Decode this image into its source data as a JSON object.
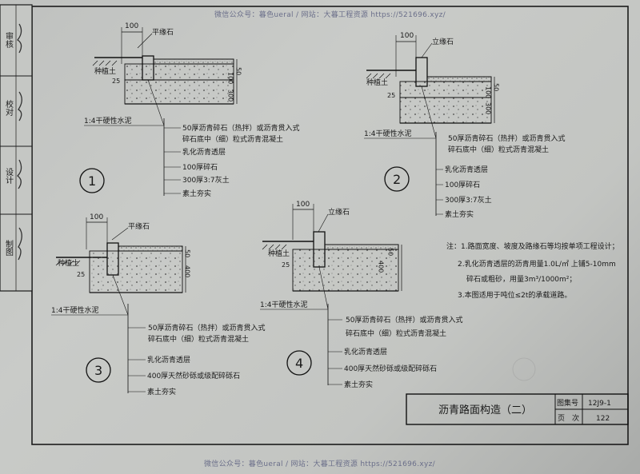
{
  "watermark_top": "微信公众号：暮色ueral / 网站：大暮工程资源 https://521696.xyz/",
  "watermark_bottom": "微信公众号：暮色ueral / 网站：大暮工程资源 https://521696.xyz/",
  "side_block": [
    "审核",
    "校对",
    "设计",
    "制图"
  ],
  "details": [
    {
      "number": "1",
      "curb": "平缘石",
      "dim_top": "100",
      "soil": "种植土",
      "dims": [
        "50",
        "100",
        "300"
      ],
      "dim_left": "25",
      "mortar": "1:4干硬性水泥",
      "layers": [
        "50厚沥青碎石（热拌）或沥青贯入式",
        "碎石底中（细）粒式沥青混凝土",
        "乳化沥青透层",
        "100厚碎石",
        "300厚3:7灰土",
        "素土夯实"
      ]
    },
    {
      "number": "2",
      "curb": "立缘石",
      "dim_top": "100",
      "soil": "种植土",
      "dims": [
        "50",
        "100",
        "300"
      ],
      "dim_left": "25",
      "mortar": "1:4干硬性水泥",
      "layers": [
        "50厚沥青碎石（热拌）或沥青贯入式",
        "碎石底中（细）粒式沥青混凝土",
        "乳化沥青透层",
        "100厚碎石",
        "300厚3:7灰土",
        "素土夯实"
      ]
    },
    {
      "number": "3",
      "curb": "平缘石",
      "dim_top": "100",
      "soil": "种植土",
      "dims": [
        "50",
        "400"
      ],
      "dim_left": "25",
      "mortar": "1:4干硬性水泥",
      "layers": [
        "50厚沥青碎石（热拌）或沥青贯入式",
        "碎石底中（细）粒式沥青混凝土",
        "乳化沥青透层",
        "400厚天然砂砾或级配碎砾石",
        "素土夯实"
      ]
    },
    {
      "number": "4",
      "curb": "立缘石",
      "dim_top": "100",
      "soil": "种植土",
      "dims": [
        "50",
        "400"
      ],
      "dim_left": "25",
      "mortar": "1:4干硬性水泥",
      "layers": [
        "50厚沥青碎石（热拌）或沥青贯入式",
        "碎石底中（细）粒式沥青混凝土",
        "乳化沥青透层",
        "400厚天然砂砾或级配碎砾石",
        "素土夯实"
      ]
    }
  ],
  "notes": [
    "注：1.路面宽度、坡度及路缘石等均按单项工程设计；",
    "2.乳化沥青透层的沥青用量1.0L/㎡ 上铺5-10mm",
    "碎石或粗砂，用量3m³/1000m²；",
    "3.本图适用于吨位≤2t的承载道路。"
  ],
  "title_block": {
    "title": "沥青路面构造（二）",
    "atlas_label": "图集号",
    "atlas_value": "12J9-1",
    "page_label": "页　次",
    "page_value": "122"
  }
}
